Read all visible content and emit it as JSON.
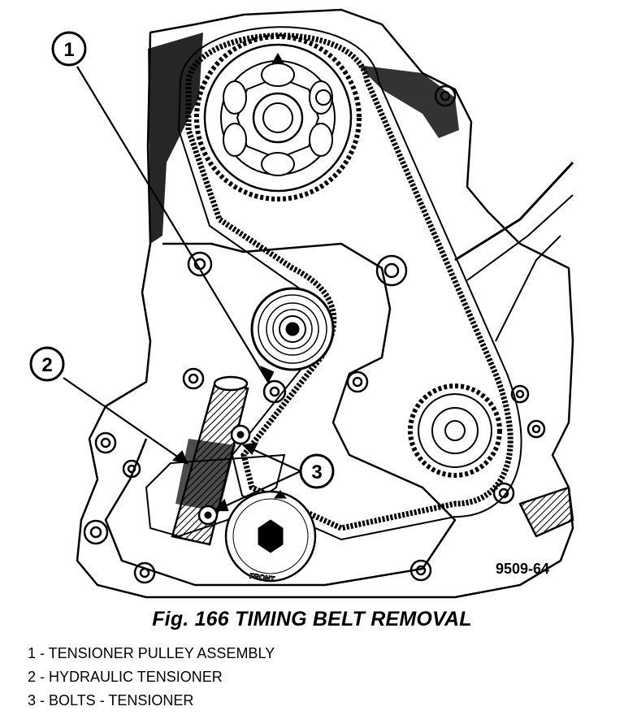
{
  "figure": {
    "id": "9509-64",
    "front_label": "FRONT",
    "callouts": [
      "1",
      "2",
      "3"
    ]
  },
  "caption": "Fig. 166 TIMING BELT REMOVAL",
  "legend": [
    "1 - TENSIONER PULLEY ASSEMBLY",
    "2 - HYDRAULIC TENSIONER",
    "3 - BOLTS - TENSIONER"
  ]
}
